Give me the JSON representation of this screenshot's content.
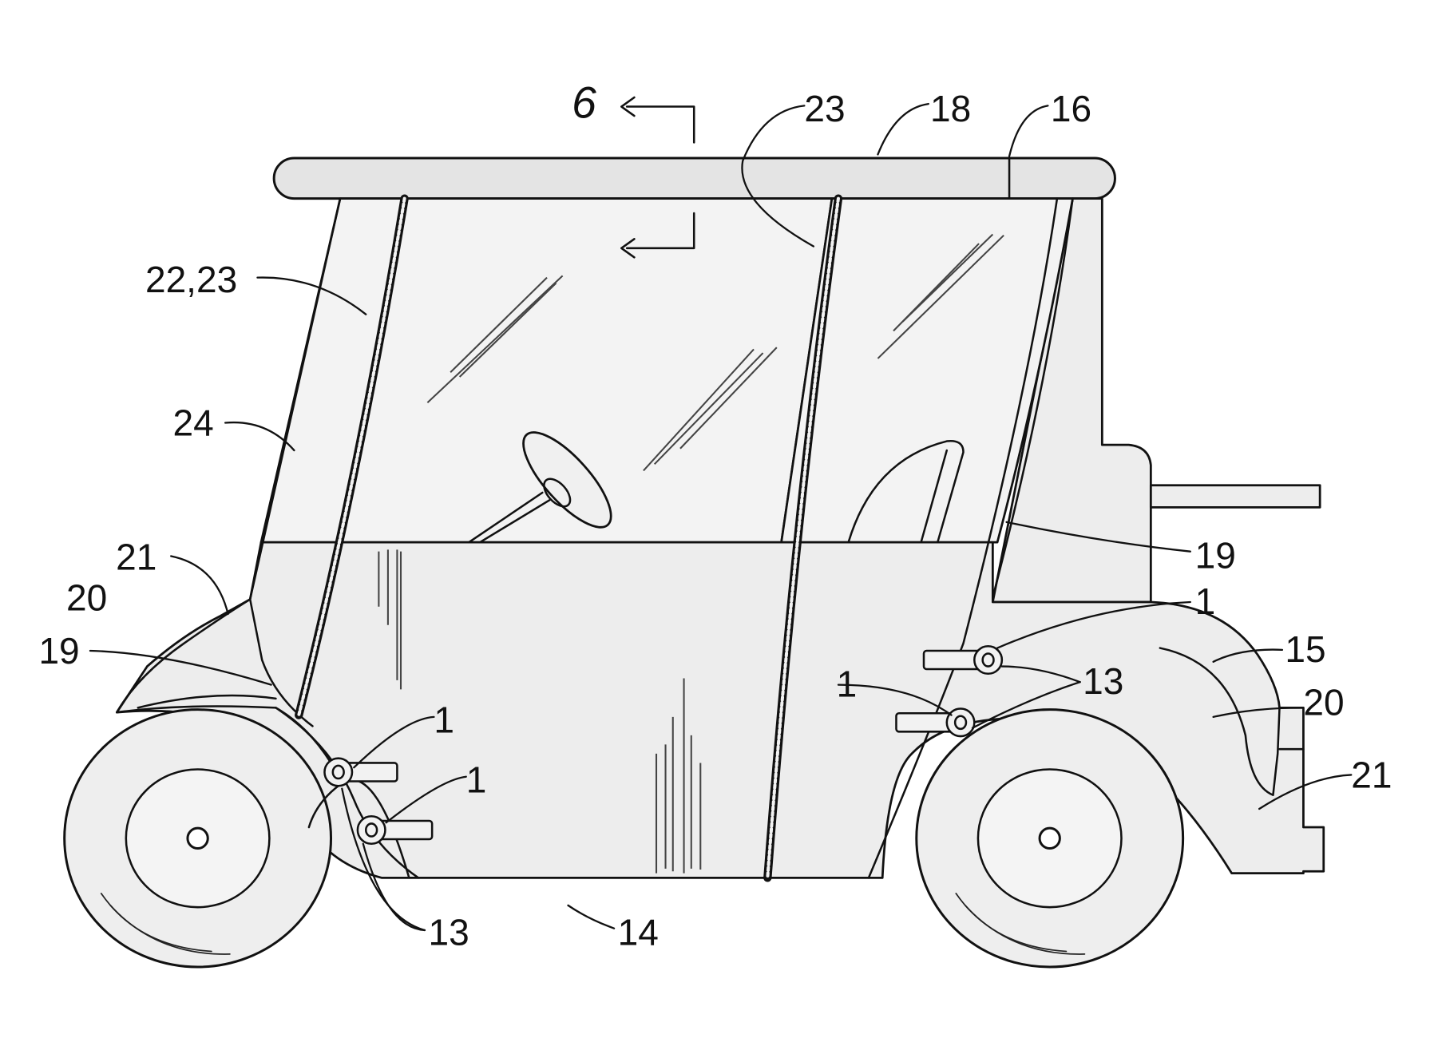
{
  "section_marker": {
    "label": "6"
  },
  "reference_numerals": {
    "latch_front_upper": "1",
    "latch_front_lower": "1",
    "latch_rear_upper": "1",
    "latch_rear_lower": "1",
    "latch_base_front": "13",
    "latch_base_rear": "13",
    "lower_panel": "14",
    "rear_fender": "15",
    "canopy_rear": "16",
    "canopy_roof": "18",
    "edge_front": "19",
    "edge_rear": "19",
    "fender_front": "20",
    "fender_rear": "20",
    "fender_edge_front": "21",
    "fender_edge_rear": "21",
    "seal_front": "22,23",
    "seal_center": "23",
    "side_panel": "24"
  }
}
